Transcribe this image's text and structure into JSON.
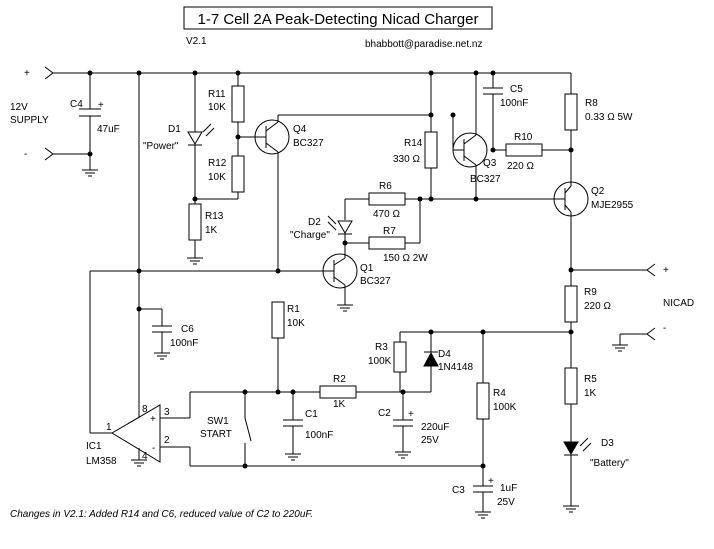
{
  "title": "1-7 Cell 2A Peak-Detecting Nicad Charger",
  "version": "V2.1",
  "email": "bhabbott@paradise.net.nz",
  "footnote": "Changes in V2.1: Added R14 and C6, reduced value of C2 to 220uF.",
  "supply": {
    "label_line1": "12V",
    "label_line2": "SUPPLY",
    "plus": "+",
    "minus": "-"
  },
  "nicad": {
    "label": "NICAD",
    "plus": "+",
    "minus": "-"
  },
  "components": {
    "C4": {
      "ref": "C4",
      "value": "47uF",
      "polarity": "+"
    },
    "D1": {
      "ref": "D1",
      "value": "\"Power\""
    },
    "R11": {
      "ref": "R11",
      "value": "10K"
    },
    "R12": {
      "ref": "R12",
      "value": "10K"
    },
    "R13": {
      "ref": "R13",
      "value": "1K"
    },
    "Q4": {
      "ref": "Q4",
      "value": "BC327"
    },
    "C5": {
      "ref": "C5",
      "value": "100nF"
    },
    "R8": {
      "ref": "R8",
      "value": "0.33 Ω 5W"
    },
    "R14": {
      "ref": "R14",
      "value": "330 Ω"
    },
    "Q3": {
      "ref": "Q3",
      "value": "BC327"
    },
    "R10": {
      "ref": "R10",
      "value": "220 Ω"
    },
    "R6": {
      "ref": "R6",
      "value": "470 Ω"
    },
    "Q2": {
      "ref": "Q2",
      "value": "MJE2955"
    },
    "D2": {
      "ref": "D2",
      "value": "\"Charge\""
    },
    "R7": {
      "ref": "R7",
      "value": "150 Ω  2W"
    },
    "Q1": {
      "ref": "Q1",
      "value": "BC327"
    },
    "R9": {
      "ref": "R9",
      "value": "220 Ω"
    },
    "C6": {
      "ref": "C6",
      "value": "100nF"
    },
    "R1": {
      "ref": "R1",
      "value": "10K"
    },
    "R3": {
      "ref": "R3",
      "value": "100K"
    },
    "D4": {
      "ref": "D4",
      "value": "1N4148"
    },
    "R5": {
      "ref": "R5",
      "value": "1K"
    },
    "R2": {
      "ref": "R2",
      "value": "1K"
    },
    "R4": {
      "ref": "R4",
      "value": "100K"
    },
    "C2": {
      "ref": "C2",
      "value": "220uF",
      "value2": "25V",
      "polarity": "+"
    },
    "SW1": {
      "ref": "SW1",
      "value": "START"
    },
    "C1": {
      "ref": "C1",
      "value": "100nF"
    },
    "IC1": {
      "ref": "IC1",
      "value": "LM358",
      "pin_plus": "+",
      "pin_minus": "-",
      "pin1": "1",
      "pin2": "2",
      "pin3": "3",
      "pin4": "4",
      "pin8": "8"
    },
    "D3": {
      "ref": "D3",
      "value": "\"Battery\""
    },
    "C3": {
      "ref": "C3",
      "value": "1uF",
      "value2": "25V",
      "polarity": "+"
    }
  }
}
